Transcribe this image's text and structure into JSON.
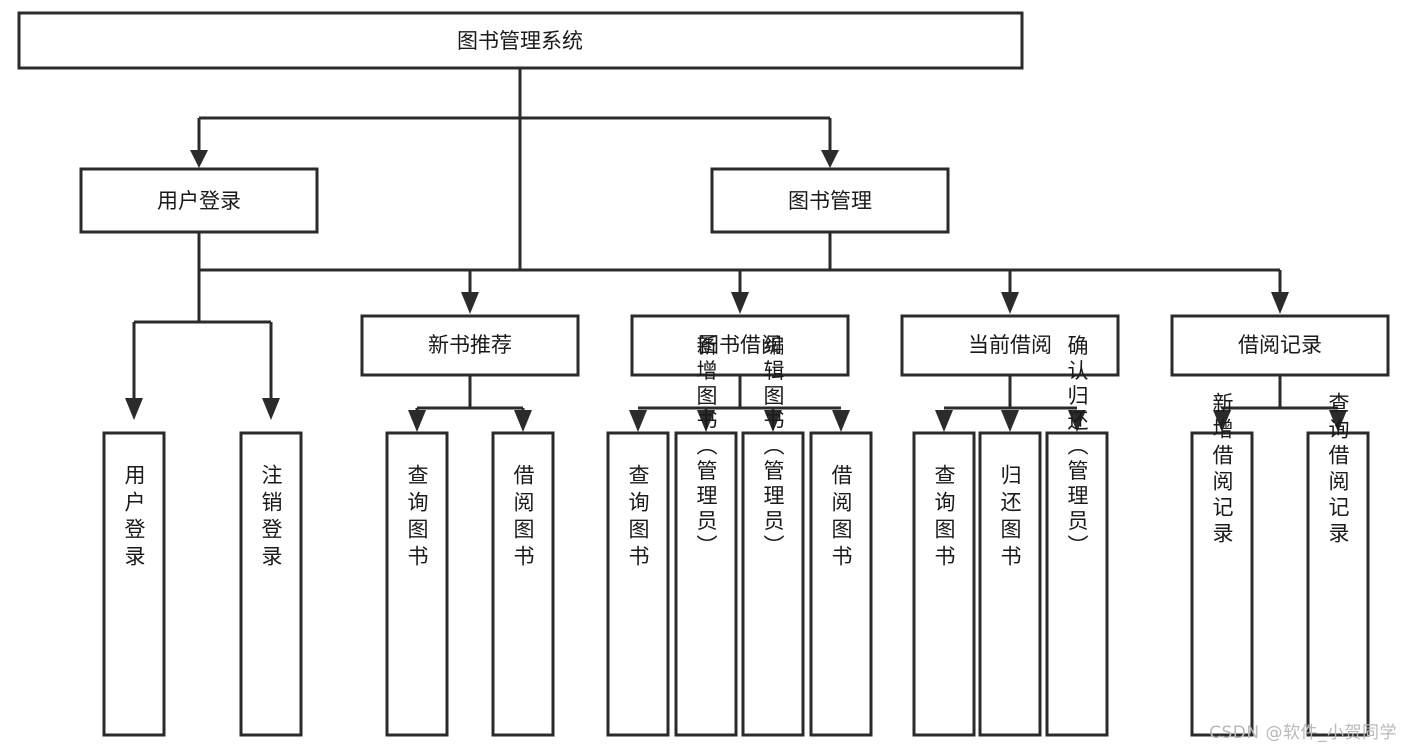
{
  "diagram": {
    "type": "tree-hierarchy-flowchart",
    "title": "图书管理系统",
    "colors": {
      "box_fill": "#ffffff",
      "box_stroke": "#2b2b2b",
      "connector": "#2b2b2b",
      "text": "#1a1a1a",
      "background": "#ffffff",
      "watermark": "#b9b9b9"
    },
    "levels": {
      "level1": [
        "图书管理系统"
      ],
      "level2": [
        "用户登录",
        "图书管理"
      ],
      "level3": [
        "新书推荐",
        "图书借阅",
        "当前借阅",
        "借阅记录"
      ],
      "level4": [
        "用户登录",
        "注销登录",
        "查询图书",
        "借阅图书",
        "查询图书",
        "新增图书（管理员）",
        "编辑图书（管理员）",
        "借阅图书",
        "查询图书",
        "归还图书",
        "确认归还（管理员）",
        "新增借阅记录",
        "查询借阅记录"
      ]
    },
    "root": {
      "id": "root",
      "label": "图书管理系统"
    },
    "nodes": [
      {
        "id": "user-login",
        "label": "用户登录",
        "level": 2,
        "parent": "root"
      },
      {
        "id": "book-manage",
        "label": "图书管理",
        "level": 2,
        "parent": "root"
      },
      {
        "id": "new-book-rec",
        "label": "新书推荐",
        "level": 3,
        "parent": "book-manage"
      },
      {
        "id": "book-borrow",
        "label": "图书借阅",
        "level": 3,
        "parent": "book-manage"
      },
      {
        "id": "current-borrow",
        "label": "当前借阅",
        "level": 3,
        "parent": "book-manage"
      },
      {
        "id": "borrow-record",
        "label": "借阅记录",
        "level": 3,
        "parent": "book-manage"
      }
    ],
    "leaves": {
      "user-login": [
        "用户登录",
        "注销登录"
      ],
      "new-book-rec": [
        "查询图书",
        "借阅图书"
      ],
      "book-borrow": [
        "查询图书",
        "新增图书（管理员）",
        "编辑图书（管理员）",
        "借阅图书"
      ],
      "current-borrow": [
        "查询图书",
        "归还图书",
        "确认归还（管理员）"
      ],
      "borrow-record": [
        "新增借阅记录",
        "查询借阅记录"
      ]
    }
  },
  "watermark": {
    "text": "CSDN @软件_小贺同学"
  }
}
